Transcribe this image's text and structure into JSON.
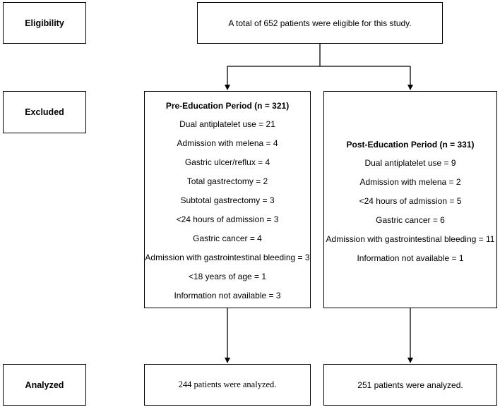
{
  "stages": {
    "eligibility": "Eligibility",
    "excluded": "Excluded",
    "analyzed": "Analyzed"
  },
  "eligible_text": "A total of 652 patients were eligible for this study.",
  "pre_education": {
    "title": "Pre-Education Period (n = 321)",
    "items": [
      "Dual antiplatelet use = 21",
      "Admission with melena = 4",
      "Gastric ulcer/reflux = 4",
      "Total gastrectomy = 2",
      "Subtotal gastrectomy = 3",
      "<24 hours of admission = 3",
      "Gastric cancer = 4",
      "Admission with gastrointestinal bleeding = 3",
      "<18 years of age = 1",
      "Information not available = 3"
    ],
    "analyzed": "244 patients were analyzed."
  },
  "post_education": {
    "title": "Post-Education Period (n = 331)",
    "items": [
      "Dual antiplatelet use = 9",
      "Admission with melena = 2",
      "<24 hours of admission = 5",
      "Gastric cancer = 6",
      "Admission with gastrointestinal bleeding = 11",
      "Information not available = 1"
    ],
    "analyzed": "251 patients were analyzed."
  },
  "colors": {
    "line": "#000000",
    "background": "#ffffff"
  }
}
